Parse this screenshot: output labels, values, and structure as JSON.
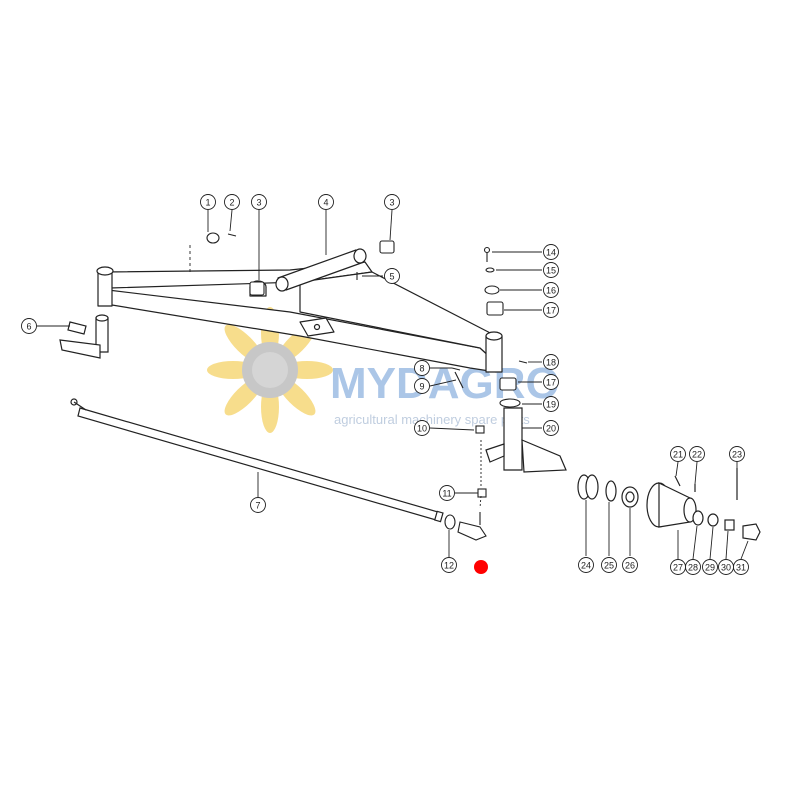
{
  "watermark": {
    "brand": "MYDAGRO",
    "tagline": "agricultural machinery spare parts"
  },
  "callouts": [
    "1",
    "2",
    "3",
    "4",
    "3",
    "5",
    "6",
    "7",
    "8",
    "9",
    "10",
    "11",
    "12",
    "14",
    "15",
    "16",
    "17",
    "17",
    "18",
    "19",
    "20",
    "21",
    "22",
    "23",
    "24",
    "25",
    "26",
    "27",
    "28",
    "29",
    "30",
    "31"
  ],
  "colors": {
    "line": "#222222",
    "marker": "#ff0000",
    "watermark_text": "#8fb3e0",
    "sunflower": "#f2c230"
  }
}
